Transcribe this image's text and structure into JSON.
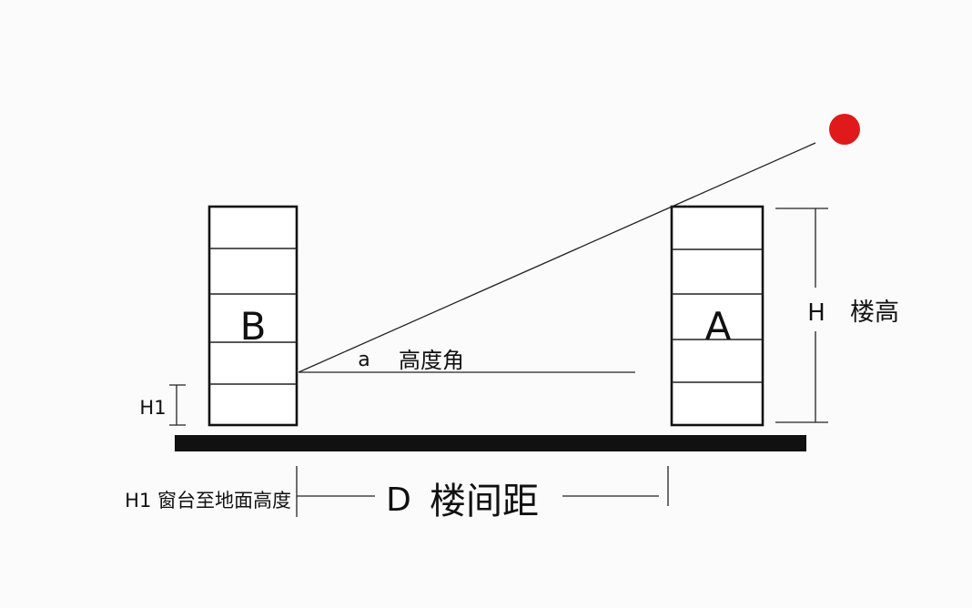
{
  "diagram": {
    "building_b": {
      "label": "B",
      "floors": 5
    },
    "building_a": {
      "label": "A",
      "floors": 5
    },
    "angle": {
      "symbol": "a",
      "label": "高度角"
    },
    "height": {
      "symbol": "H",
      "label": "楼高"
    },
    "window_height": {
      "symbol": "H1",
      "label": "H1 窗台至地面高度"
    },
    "distance": {
      "symbol": "D",
      "label": "楼间距"
    },
    "colors": {
      "sun": "#e0191b",
      "line": "#111111",
      "ground": "#111111",
      "background": "#fbfbfb"
    },
    "icons": {
      "sun": "sun-icon"
    }
  }
}
